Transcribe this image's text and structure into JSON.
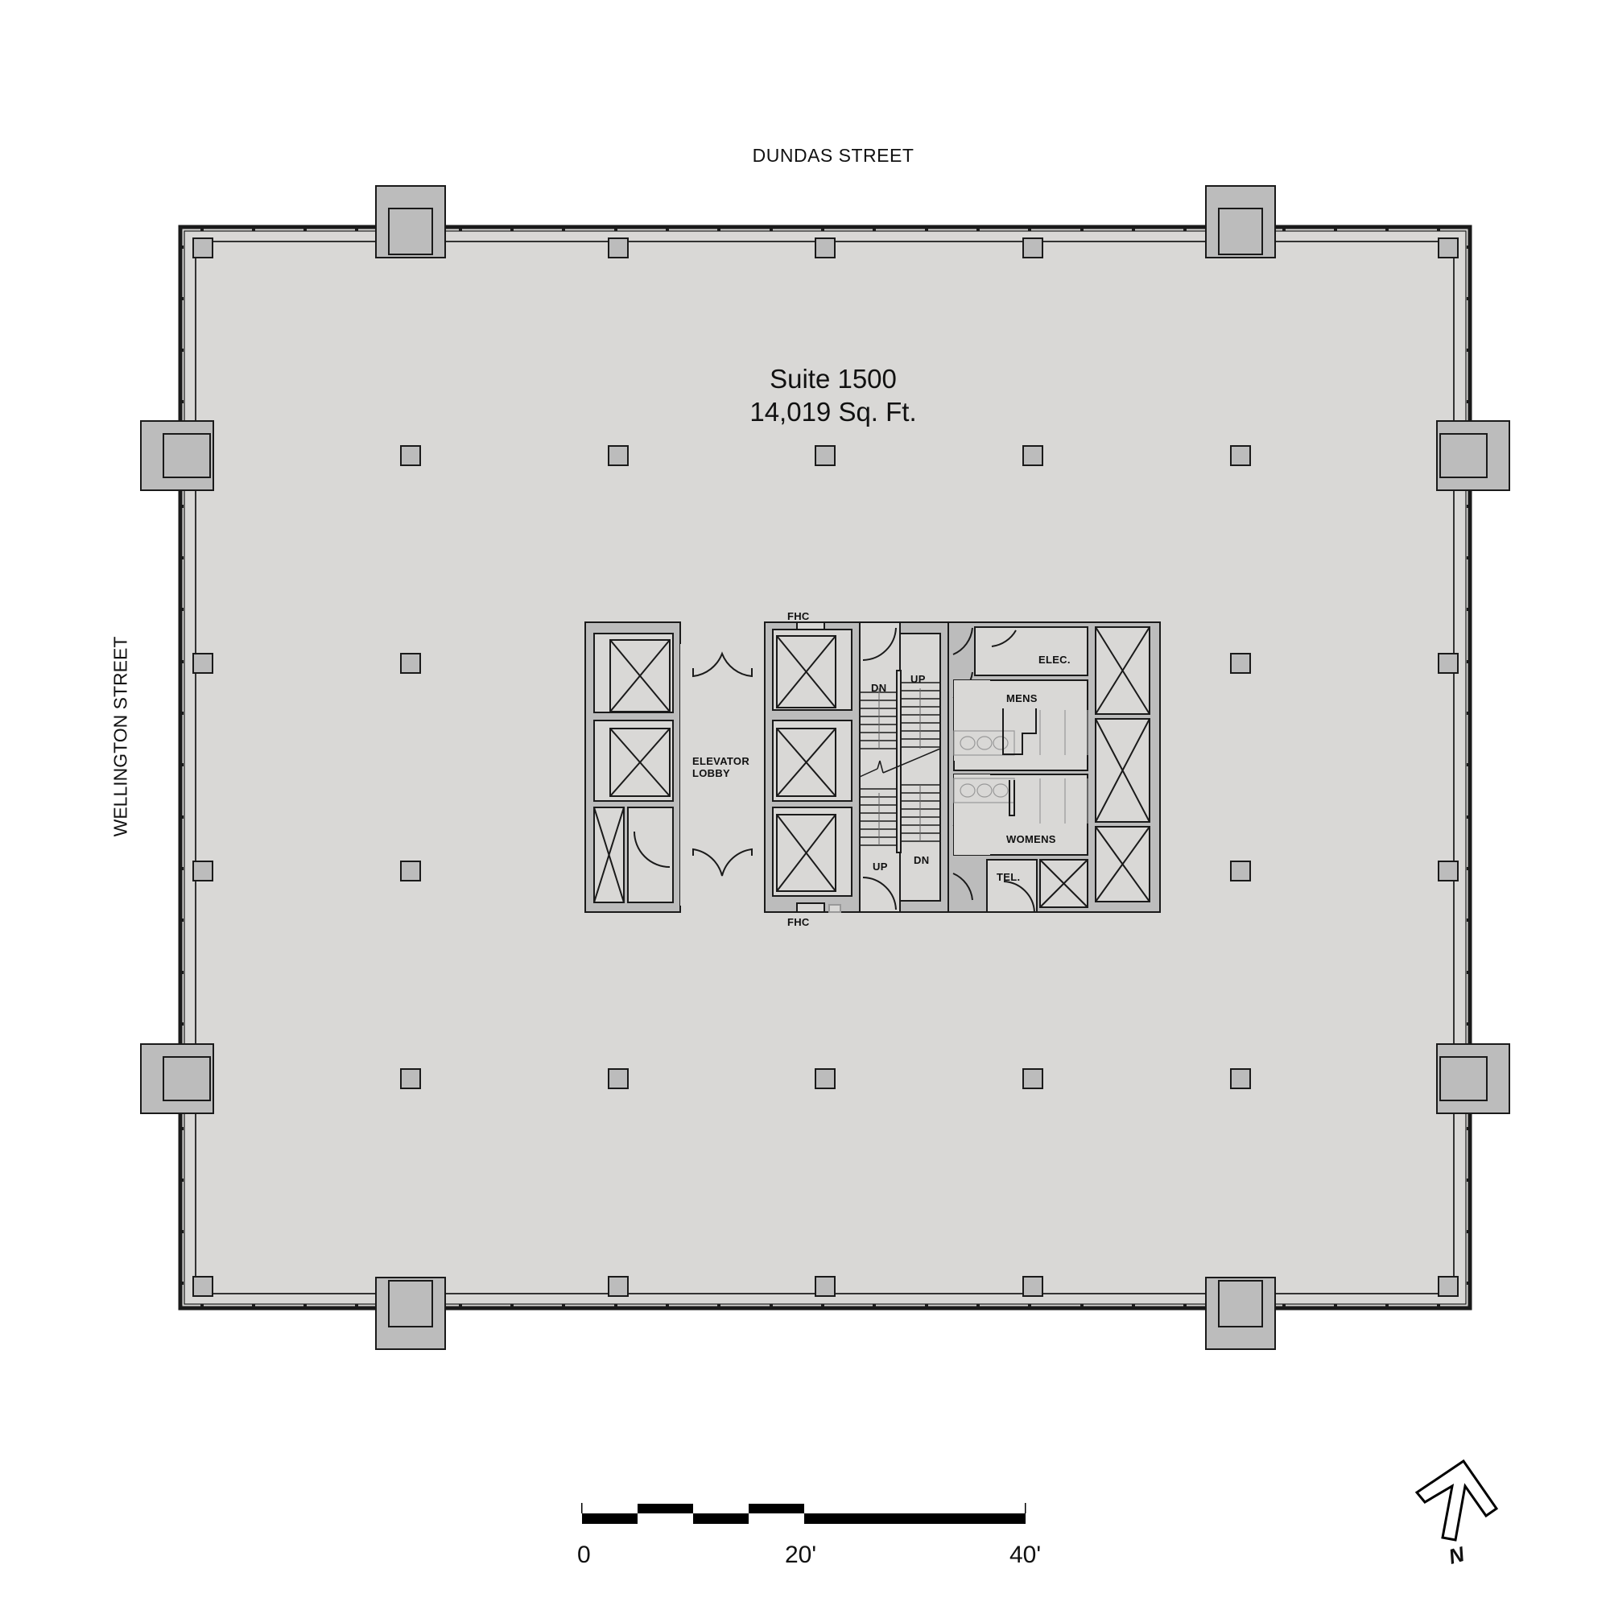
{
  "plan": {
    "streets": {
      "north": "DUNDAS STREET",
      "west": "WELLINGTON STREET"
    },
    "suite": {
      "name": "Suite 1500",
      "area": "14,019 Sq. Ft."
    },
    "core_labels": {
      "elevator_lobby_line1": "ELEVATOR",
      "elevator_lobby_line2": "LOBBY",
      "fhc_top": "FHC",
      "fhc_bottom": "FHC",
      "stair_dn_top": "DN",
      "stair_up_top": "UP",
      "stair_up_bottom": "UP",
      "stair_dn_bottom": "DN",
      "electrical": "ELEC.",
      "mens": "MENS",
      "womens": "WOMENS",
      "telephone": "TEL."
    },
    "scale_bar": {
      "labels": [
        "0",
        "20'",
        "40'"
      ]
    },
    "north_arrow": {
      "label": "N"
    },
    "colors": {
      "floor_fill": "#d9d8d6",
      "wall_fill": "#bcbcbc",
      "line": "#1a1a1a",
      "background": "#ffffff"
    }
  }
}
